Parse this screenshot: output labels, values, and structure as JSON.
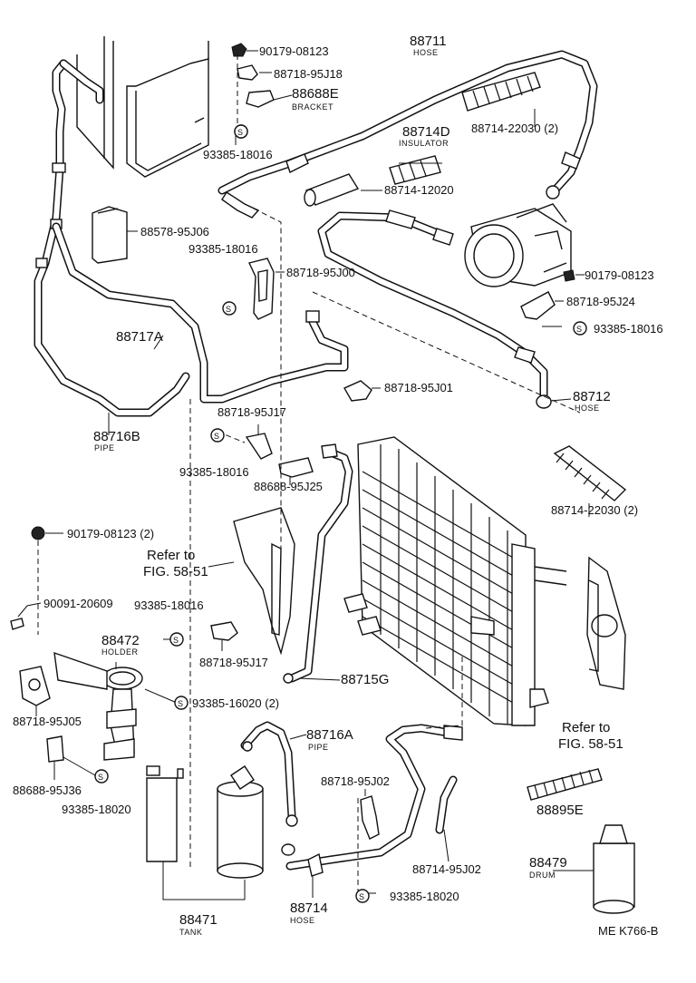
{
  "parts": {
    "p90179_top": "90179-08123",
    "p88718_95J18": "88718-95J18",
    "p88688E": "88688E",
    "p88688E_sub": "BRACKET",
    "p93385_top": "93385-18016",
    "p88711": "88711",
    "p88711_sub": "HOSE",
    "p88714_22030_top": "88714-22030 (2)",
    "p88714D": "88714D",
    "p88714D_sub": "INSULATOR",
    "p88714_12020": "88714-12020",
    "p88578": "88578-95J06",
    "p93385_mid": "93385-18016",
    "p88718_95J00": "88718-95J00",
    "p90179_right": "90179-08123",
    "p88718_95J24": "88718-95J24",
    "p93385_right": "93385-18016",
    "p88717A": "88717A",
    "p88718_95J01": "88718-95J01",
    "p88712": "88712",
    "p88712_sub": "HOSE",
    "p88716B": "88716B",
    "p88716B_sub": "PIPE",
    "p88718_95J17_a": "88718-95J17",
    "p93385_left": "93385-18016",
    "p88688_95J25": "88688-95J25",
    "p88714_22030_right": "88714-22030 (2)",
    "p90179_left": "90179-08123 (2)",
    "refer_left_1": "Refer to",
    "refer_left_2": "FIG. 58-51",
    "p90091": "90091-20609",
    "p93385_clip": "93385-18016",
    "p88472": "88472",
    "p88472_sub": "HOLDER",
    "p88718_95J17_b": "88718-95J17",
    "p88715G": "88715G",
    "p93385_16020": "93385-16020 (2)",
    "p88718_95J05": "88718-95J05",
    "p88716A": "88716A",
    "p88716A_sub": "PIPE",
    "refer_right_1": "Refer to",
    "refer_right_2": "FIG. 58-51",
    "p88688_95J36": "88688-95J36",
    "p93385_18020_left": "93385-18020",
    "p88718_95J02": "88718-95J02",
    "p88895E": "88895E",
    "p88714_95J02": "88714-95J02",
    "p88479": "88479",
    "p88479_sub": "DRUM",
    "p88714": "88714",
    "p88714_sub": "HOSE",
    "p93385_18020_bottom": "93385-18020",
    "p88471": "88471",
    "p88471_sub": "TANK",
    "footer_code": "ME  K766-B"
  },
  "seal_symbol": "S"
}
